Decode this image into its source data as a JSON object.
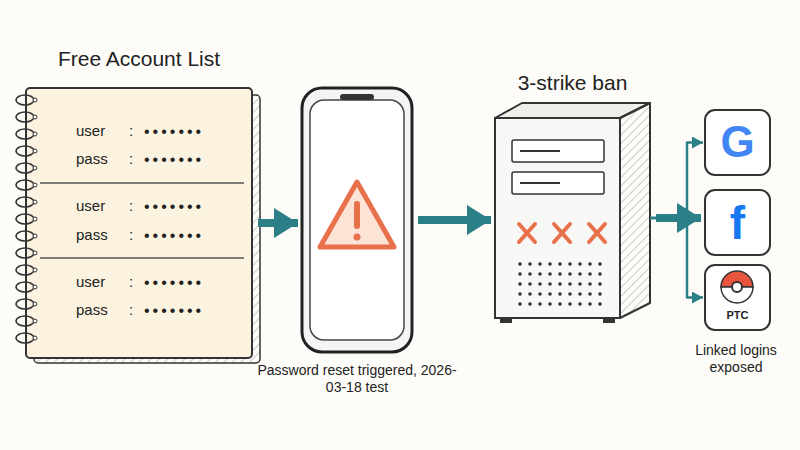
{
  "diagram": {
    "nodes": [
      {
        "text": [
          "Free Account List",
          "user",
          ":",
          "•••••••",
          "pass",
          ":",
          "•••••••",
          "user",
          ":",
          "•••••••",
          "pass",
          ":",
          "•••••••",
          "user",
          ":",
          "•••••••",
          "pass",
          ":",
          "•••••••"
        ]
      },
      {
        "text": [
          "Password reset triggered, 2026-03-18 test"
        ]
      },
      {
        "text": [
          "3-strike ban"
        ]
      },
      {
        "text": [
          "G"
        ]
      },
      {
        "text": [
          "f"
        ]
      },
      {
        "text": [
          "PTC"
        ]
      }
    ],
    "edges": [
      {
        "from": 0,
        "to": 1,
        "arrow": "to"
      },
      {
        "from": 1,
        "to": 2,
        "arrow": "to"
      },
      {
        "from": 2,
        "to": 3,
        "arrow": "to"
      },
      {
        "from": 2,
        "to": 4,
        "arrow": "to"
      },
      {
        "from": 2,
        "to": 5,
        "arrow": "to"
      }
    ],
    "labels": [
      "Linked logins exposed"
    ]
  }
}
